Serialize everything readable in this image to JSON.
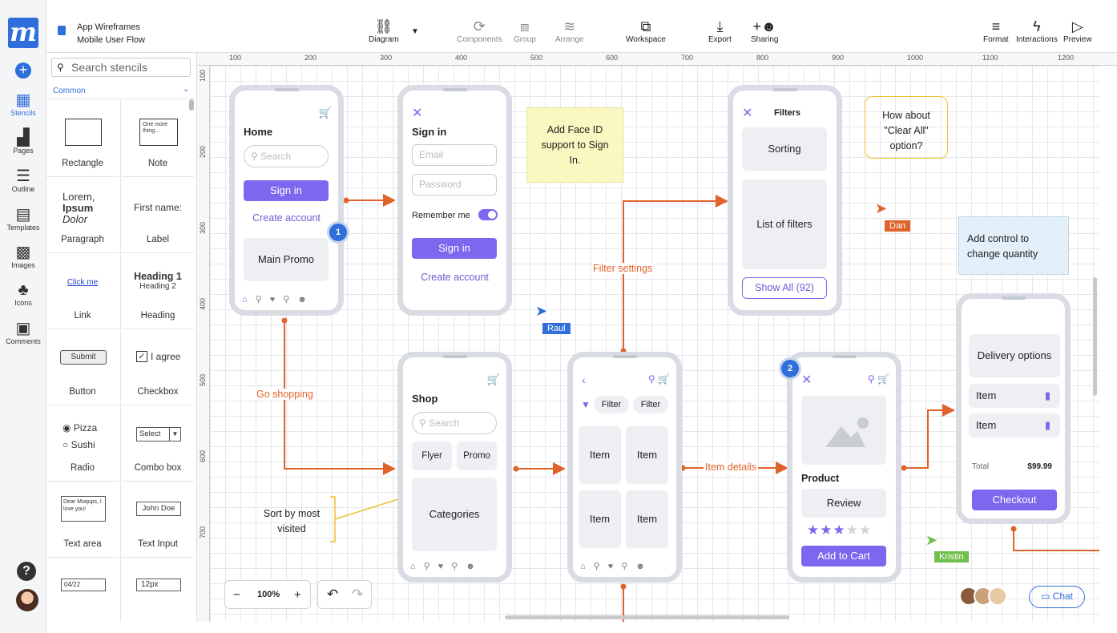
{
  "app": {
    "title_line1": "App Wireframes",
    "title_line2": "Mobile User Flow"
  },
  "toolbar": {
    "diagram": "Diagram",
    "components": "Components",
    "group": "Group",
    "arrange": "Arrange",
    "workspace": "Workspace",
    "export": "Export",
    "sharing": "Sharing",
    "format": "Format",
    "interactions": "Interactions",
    "preview": "Preview"
  },
  "rail": {
    "stencils": "Stencils",
    "pages": "Pages",
    "outline": "Outline",
    "templates": "Templates",
    "images": "Images",
    "icons": "Icons",
    "comments": "Comments"
  },
  "panel": {
    "search_placeholder": "Search stencils",
    "category": "Common",
    "stencils": [
      "Rectangle",
      "Note",
      "Paragraph",
      "Label",
      "Link",
      "Heading",
      "Button",
      "Checkbox",
      "Radio",
      "Combo box",
      "Text area",
      "Text Input"
    ],
    "note_text": "One more thing...",
    "para1": "Lorem,",
    "para2": "Ipsum",
    "para3": "Dolor",
    "label_text": "First name:",
    "link_text": "Click me",
    "heading1": "Heading 1",
    "heading2": "Heading 2",
    "submit": "Submit",
    "agree": "I agree",
    "pizza": "Pizza",
    "sushi": "Sushi",
    "select": "Select",
    "textarea_text": "Dear Moqups, I love you!",
    "textinput_text": "John Doe",
    "date_text": "04/22",
    "px_text": "12px"
  },
  "ruler": {
    "top": [
      "100",
      "200",
      "300",
      "400",
      "500",
      "600",
      "700",
      "800",
      "900",
      "1000",
      "1100",
      "1200"
    ],
    "left": [
      "100",
      "200",
      "300",
      "400",
      "500",
      "600",
      "700"
    ]
  },
  "screens": {
    "home": {
      "title": "Home",
      "search": "Search",
      "signin": "Sign in",
      "create": "Create account",
      "promo": "Main Promo"
    },
    "signin": {
      "title": "Sign in",
      "email": "Email",
      "password": "Password",
      "remember": "Remember me",
      "signin": "Sign in",
      "create": "Create account"
    },
    "filters": {
      "title": "Filters",
      "sorting": "Sorting",
      "list": "List of filters",
      "show": "Show All (92)"
    },
    "shop": {
      "title": "Shop",
      "search": "Search",
      "flyer": "Flyer",
      "promo": "Promo",
      "categories": "Categories"
    },
    "items": {
      "filter1": "Filter",
      "filter2": "Filter",
      "item": "Item"
    },
    "product": {
      "title": "Product",
      "review": "Review",
      "add": "Add to Cart"
    },
    "cart": {
      "delivery": "Delivery options",
      "item1": "Item",
      "item2": "Item",
      "total_label": "Total",
      "total_value": "$99.99",
      "checkout": "Checkout"
    }
  },
  "notes": {
    "faceid": "Add Face ID support to Sign In.",
    "clearall": "How about \"Clear All\" option?",
    "quantity": "Add control to change quantity",
    "sortby": "Sort by most visited"
  },
  "edges": {
    "filter": "Filter settings",
    "shopping": "Go shopping",
    "details": "Item details"
  },
  "badges": {
    "b1": "1",
    "b2": "2"
  },
  "cursors": {
    "raul": "Raul",
    "dan": "Dan",
    "kristin": "Kristin"
  },
  "zoom": {
    "minus": "−",
    "level": "100%",
    "plus": "+"
  },
  "chat": "Chat",
  "colors": {
    "accent": "#7b68ee",
    "brand": "#2f6fdc",
    "edge": "#e0632b"
  }
}
